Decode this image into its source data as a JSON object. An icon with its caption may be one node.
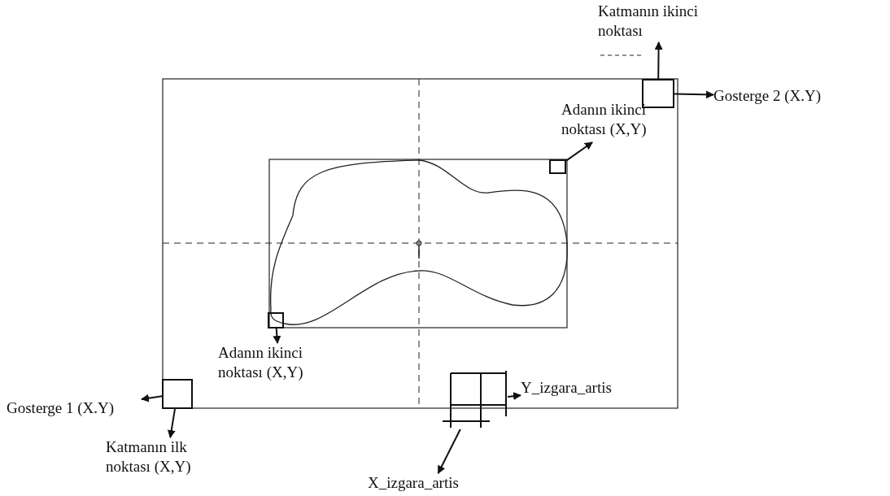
{
  "diagram": {
    "nodes": [
      {
        "text": [
          "Katmanın ikinci noktası"
        ]
      },
      {
        "text": [],
        "shape": "box"
      },
      {
        "text": [
          "Gosterge 2 (X.Y)"
        ]
      },
      {
        "text": [
          "Adanın ikinci noktası (X,Y)"
        ]
      },
      {
        "text": [],
        "shape": "box"
      },
      {
        "text": [],
        "shape": "box"
      },
      {
        "text": [
          "Adanın ikinci noktası (X,Y)"
        ]
      },
      {
        "text": [],
        "shape": "box"
      },
      {
        "text": [],
        "shape": "box"
      },
      {
        "text": [
          "Y_izgara_artis"
        ]
      },
      {
        "text": [
          "Gosterge 1 (X.Y)"
        ]
      },
      {
        "text": [
          "Katmanın ilk noktası (X,Y)"
        ]
      },
      {
        "text": [
          "X_izgara_artis"
        ]
      }
    ],
    "edges": [
      {
        "from": 1,
        "to": 0,
        "arrow": "to"
      },
      {
        "from": 1,
        "to": 2,
        "arrow": "to"
      },
      {
        "from": 4,
        "to": 3,
        "arrow": "to"
      },
      {
        "from": 5,
        "to": 6,
        "arrow": "to"
      },
      {
        "from": 7,
        "to": 10,
        "arrow": "to"
      },
      {
        "from": 7,
        "to": 11,
        "arrow": "to"
      },
      {
        "from": 8,
        "to": 9,
        "arrow": "to"
      },
      {
        "from": 8,
        "to": 12,
        "arrow": "to"
      }
    ]
  }
}
